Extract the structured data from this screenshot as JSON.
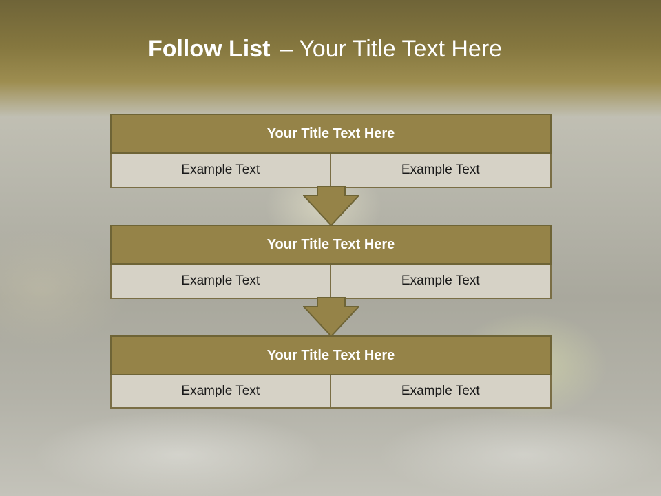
{
  "slide": {
    "title_strong": "Follow List",
    "title_rest": "– Your Title Text Here"
  },
  "blocks": [
    {
      "header": "Your Title Text Here",
      "cells": [
        "Example Text",
        "Example Text"
      ]
    },
    {
      "header": "Your Title Text Here",
      "cells": [
        "Example Text",
        "Example Text"
      ]
    },
    {
      "header": "Your Title Text Here",
      "cells": [
        "Example Text",
        "Example Text"
      ]
    }
  ],
  "colors": {
    "header_fill": "#958348",
    "cell_fill": "#d6d2c6",
    "border": "#6e6436",
    "title_text": "#ffffff"
  }
}
